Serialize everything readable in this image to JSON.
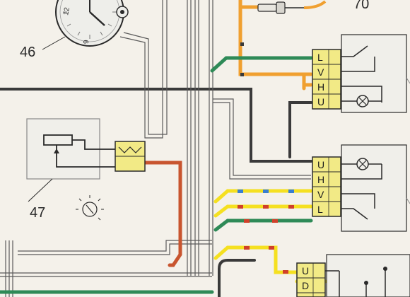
{
  "components": {
    "clock": {
      "label": "46",
      "dial_numbers": [
        "12",
        "9"
      ]
    },
    "sensor": {
      "label": "70"
    },
    "switch_panel": {
      "label": "47"
    },
    "relay_upper": {
      "pins": [
        "L",
        "V",
        "H",
        "U"
      ]
    },
    "relay_middle": {
      "pins": [
        "U",
        "H",
        "V",
        "L"
      ]
    },
    "relay_lower": {
      "pins": [
        "U",
        "D"
      ]
    }
  },
  "colors": {
    "background": "#f4f1ea",
    "wire_black": "#3a3a3a",
    "wire_gray_outline": "#5a5a5a",
    "wire_green": "#2e8a57",
    "wire_orange": "#f0a030",
    "wire_yellow": "#f5e020",
    "wire_red": "#d0402a",
    "wire_brown_red": "#c8552f",
    "wire_blue": "#3a7fd0",
    "connector_yellow": "#f2ea86",
    "module_fill": "#f0efea"
  }
}
